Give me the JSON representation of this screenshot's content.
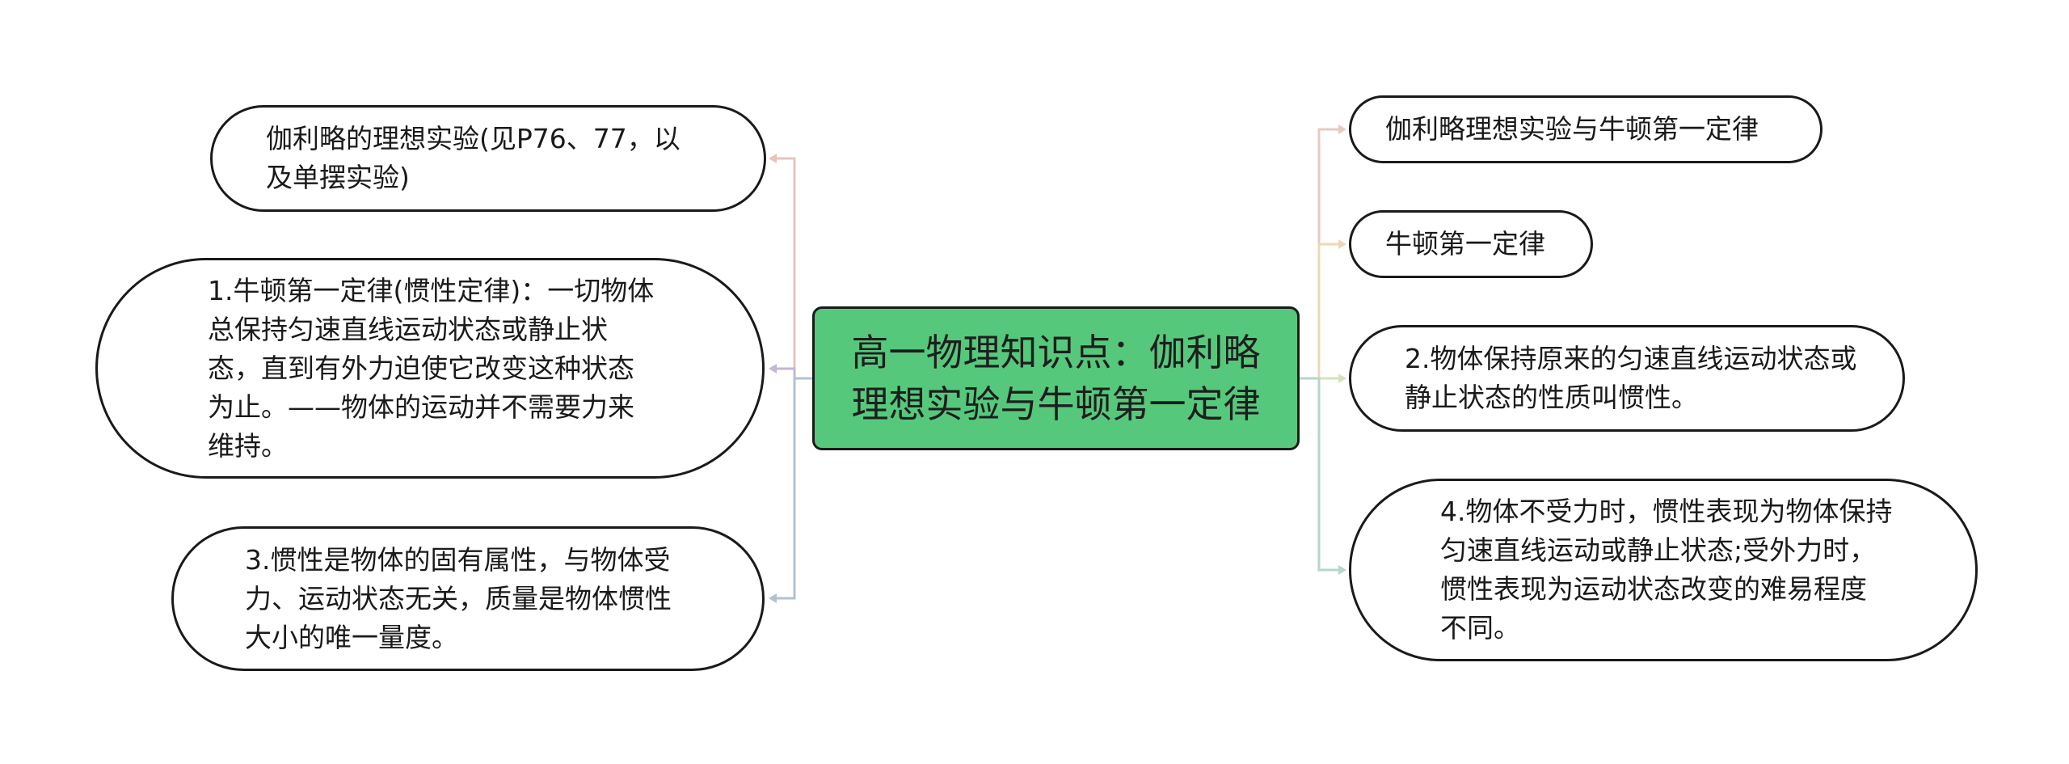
{
  "root": {
    "label": "高一物理知识点：伽利略理想实验与牛顿第一定律"
  },
  "left_branches": [
    {
      "text": "伽利略的理想实验(见P76、77，以及单摆实验)",
      "line_color": "#e5c4bf"
    },
    {
      "text": "1.牛顿第一定律(惯性定律)：一切物体总保持匀速直线运动状态或静止状态，直到有外力迫使它改变这种状态为止。——物体的运动并不需要力来维持。",
      "line_color": "#c5b6d3"
    },
    {
      "text": "3.惯性是物体的固有属性，与物体受力、运动状态无关，质量是物体惯性大小的唯一量度。",
      "line_color": "#b3c2d0"
    }
  ],
  "right_branches": [
    {
      "text": "伽利略理想实验与牛顿第一定律",
      "line_color": "#e8c9bf"
    },
    {
      "text": "牛顿第一定律",
      "line_color": "#ecd8b6"
    },
    {
      "text": "2.物体保持原来的匀速直线运动状态或静止状态的性质叫惯性。",
      "line_color": "#d6e2bc"
    },
    {
      "text": "4.物体不受力时，惯性表现为物体保持匀速直线运动或静止状态;受外力时，惯性表现为运动状态改变的难易程度不同。",
      "line_color": "#b5d6c8"
    }
  ],
  "colors": {
    "root_fill": "#56c87c",
    "node_border": "#1a1a1a",
    "background": "#ffffff"
  }
}
